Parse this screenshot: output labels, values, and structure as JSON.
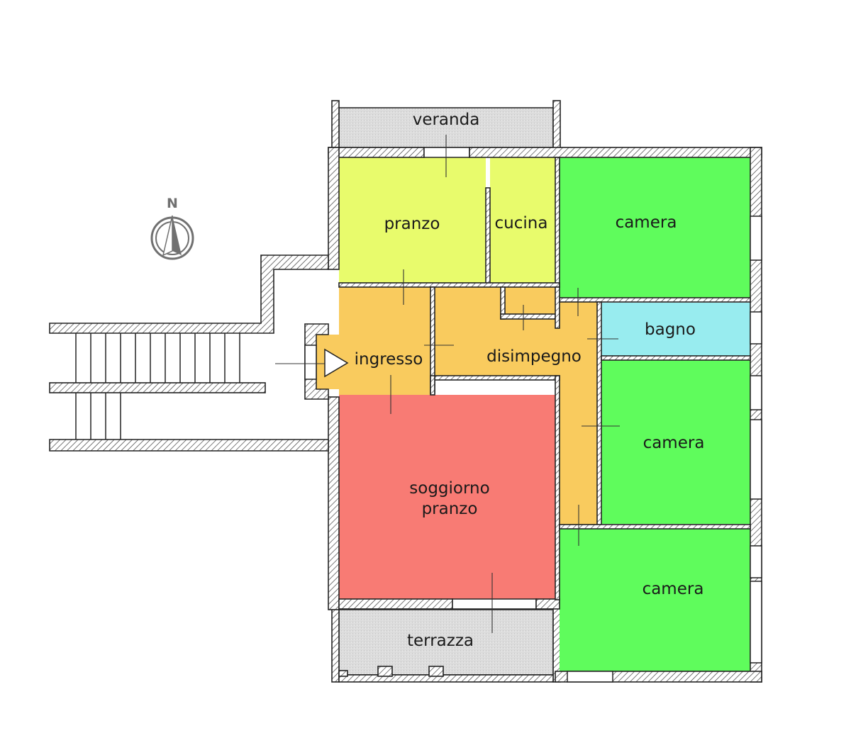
{
  "colors": {
    "pranzo_cucina": "#E8FB6C",
    "disimpegno_ingresso": "#F9CB5E",
    "soggiorno": "#F87B74",
    "camera": "#5FFC5C",
    "bagno": "#98ECEF",
    "outdoor": "#DCDCDC",
    "wall_line": "#222222",
    "compass": "#707070"
  },
  "compass": {
    "letter": "N",
    "icon": "north-arrow-icon"
  },
  "rooms": {
    "veranda": "veranda",
    "pranzo": "pranzo",
    "cucina": "cucina",
    "camera_top": "camera",
    "bagno": "bagno",
    "ingresso": "ingresso",
    "disimpegno": "disimpegno",
    "camera_middle": "camera",
    "soggiorno_line1": "soggiorno",
    "soggiorno_line2": "pranzo",
    "camera_bottom": "camera",
    "terrazza": "terrazza"
  }
}
